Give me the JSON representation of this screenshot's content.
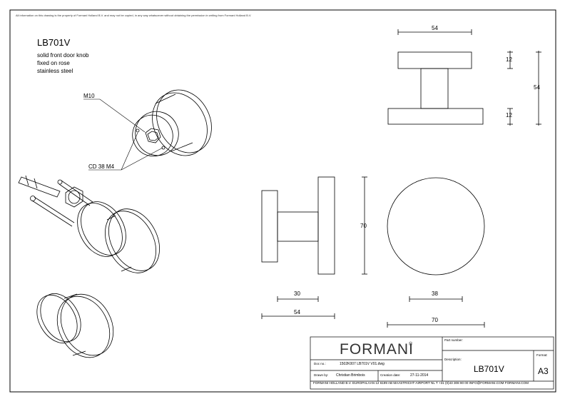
{
  "sheet": {
    "disclaimer": "All information on this drawing is the property of Formani Holland B.V. and may not be copied, in any way whatsoever without obtaining the permission in writing from Formani Holland B.V."
  },
  "product": {
    "code": "LB701V",
    "description_lines": [
      "solid front door knob",
      "fixed on rose",
      "stainless steel"
    ]
  },
  "callouts": {
    "thread": "M10",
    "fixing": "CD 38  M4"
  },
  "dimensions": {
    "top_view_width": "54",
    "top_view_rose_thickness_top": "12",
    "top_view_total_height": "54",
    "top_view_rose_thickness_bottom": "12",
    "side_view_height": "70",
    "knob_projection": "30",
    "rose_diameter": "38",
    "side_view_width": "54",
    "knob_diameter": "70"
  },
  "title_block": {
    "brand": "FORMANI",
    "registered_mark": "®",
    "part_number_label": "Part number:",
    "description_label": "Description:",
    "description_value": "LB701V",
    "format_label": "Format:",
    "format_value": "A3",
    "doc_no_label": "Doc no.:",
    "doc_no_value": "1502K007 LB701V V01.dwg",
    "drawn_by_label": "Drawn by:",
    "drawn_by_value": "Christian Brimbois",
    "creation_date_label": "Creation date:",
    "creation_date_value": "27-11-2014",
    "footer": "FORMANI HOLLAND B.V.  EUROPALAAN 12  6199 AB MAASTRICHT-AIRPORT NL  T +31 (0)43 308 90 00 INFO@FORMANI.COM FORMANI.COM"
  }
}
